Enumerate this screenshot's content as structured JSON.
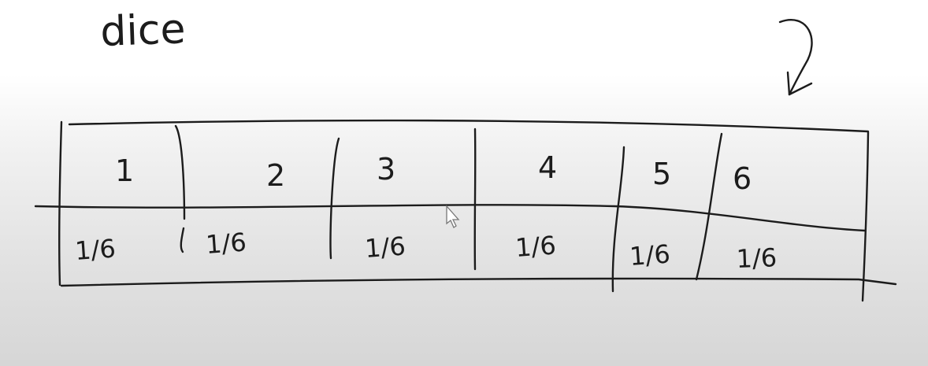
{
  "title": "dice",
  "table": {
    "values": [
      "1",
      "2",
      "3",
      "4",
      "5",
      "6"
    ],
    "probabilities": [
      "1/6",
      "1/6",
      "1/6",
      "1/6",
      "1/6",
      "1/6"
    ]
  },
  "icons": {
    "arrow": "curved-arrow-down-left",
    "cursor": "mouse-pointer"
  }
}
